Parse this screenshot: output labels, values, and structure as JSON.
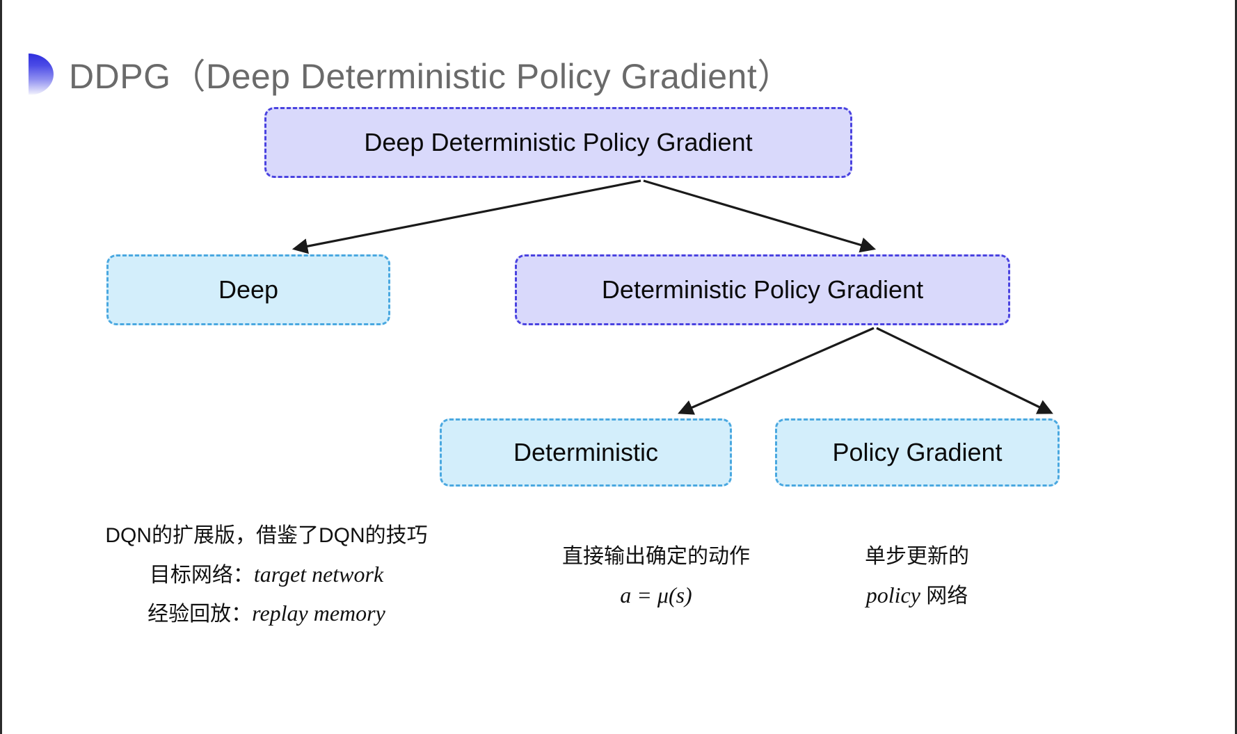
{
  "slide": {
    "title": "DDPG（Deep Deterministic Policy Gradient）",
    "background_color": "#ffffff",
    "title_color": "#6a6a6a",
    "bullet_gradient_from": "#2f2fdd",
    "bullet_gradient_to": "#ffffff"
  },
  "diagram": {
    "type": "tree",
    "node_colors": {
      "purple_fill": "#d9d9fb",
      "purple_border": "#4a43e0",
      "blue_fill": "#d3eefb",
      "blue_border": "#4aa8e0"
    },
    "nodes": {
      "root": "Deep Deterministic Policy Gradient",
      "deep": "Deep",
      "dpg": "Deterministic Policy Gradient",
      "deterministic": "Deterministic",
      "policy_gradient": "Policy Gradient"
    },
    "edges": [
      {
        "from": "root",
        "to": "deep"
      },
      {
        "from": "root",
        "to": "dpg"
      },
      {
        "from": "dpg",
        "to": "deterministic"
      },
      {
        "from": "dpg",
        "to": "policy_gradient"
      }
    ]
  },
  "annotations": {
    "deep": {
      "line1": "DQN的扩展版，借鉴了DQN的技巧",
      "line2_label": "目标网络：",
      "line2_term": "target network",
      "line3_label": "经验回放：",
      "line3_term": "replay memory"
    },
    "deterministic": {
      "line1": "直接输出确定的动作",
      "formula": "a = μ(s)"
    },
    "policy_gradient": {
      "line1": "单步更新的",
      "line2_term": "policy",
      "line2_suffix": " 网络"
    }
  }
}
